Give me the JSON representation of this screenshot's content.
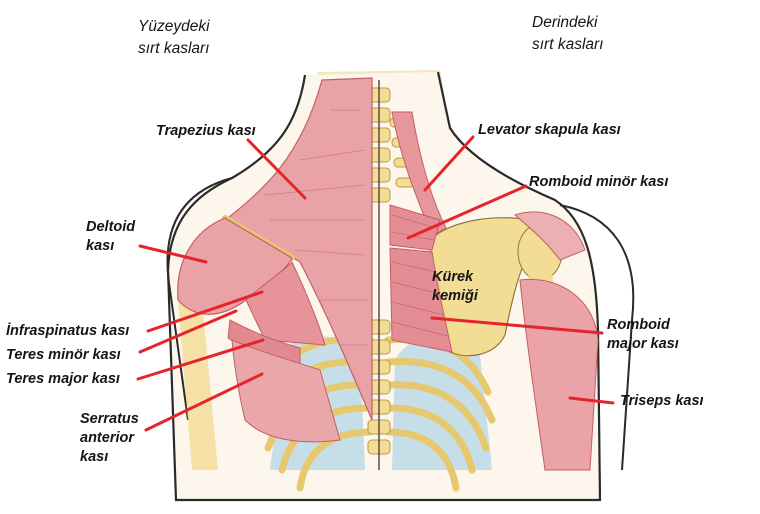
{
  "headings": {
    "superficial": [
      "Yüzeydeki",
      "sırt kasları"
    ],
    "deep": [
      "Derindeki",
      "sırt kasları"
    ]
  },
  "labels": {
    "trapezius": [
      "Trapezius kası"
    ],
    "deltoid": [
      "Deltoid",
      "kası"
    ],
    "infraspinatus": [
      "İnfraspinatus kası"
    ],
    "teres_minor": [
      "Teres minör kası"
    ],
    "teres_major": [
      "Teres major kası"
    ],
    "serratus": [
      "Serratus",
      "anterior",
      "kası"
    ],
    "levator": [
      "Levator skapula kası"
    ],
    "rhomboid_minor": [
      "Romboid minör kası"
    ],
    "scapula": [
      "Kürek",
      "kemiği"
    ],
    "rhomboid_major": [
      "Romboid",
      "major kası"
    ],
    "triceps": [
      "Triseps kası"
    ]
  },
  "colors": {
    "leader_line": "#e5242b",
    "muscle": "#e9a3a6",
    "muscle_dark": "#cf6f76",
    "bone": "#f3dc94",
    "outline": "#2a2a2a",
    "lung": "#bcd9e6"
  }
}
